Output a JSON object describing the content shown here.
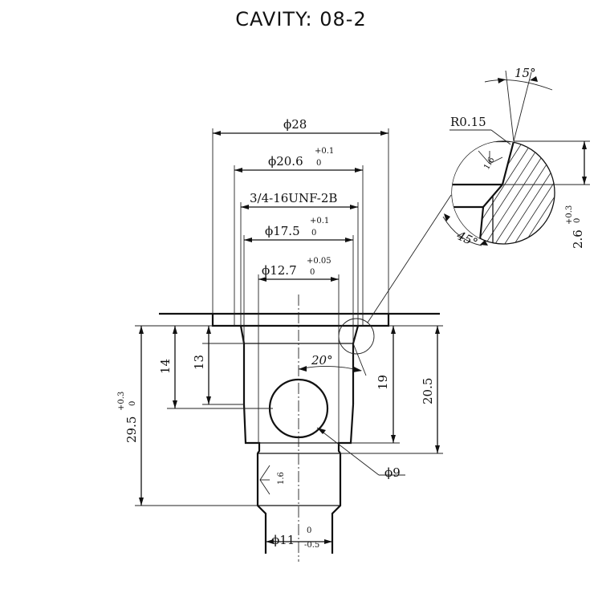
{
  "title": "CAVITY: 08-2",
  "dimensions": {
    "d28": "ϕ28",
    "d20_6": "ϕ20.6",
    "d20_6_tol_upper": "+0.1",
    "d20_6_tol_lower": "0",
    "thread": "3/4-16UNF-2B",
    "d17_5": "ϕ17.5",
    "d17_5_tol_upper": "+0.1",
    "d17_5_tol_lower": "0",
    "d12_7": "ϕ12.7",
    "d12_7_tol_upper": "+0.05",
    "d12_7_tol_lower": "0",
    "d9": "ϕ9",
    "d11": "ϕ11",
    "d11_tol_upper": "0",
    "d11_tol_lower": "-0.5",
    "len_14": "14",
    "len_13": "13",
    "len_29_5": "29.5",
    "len_29_5_tol_upper": "+0.3",
    "len_29_5_tol_lower": "0",
    "len_19": "19",
    "len_20_5": "20.5",
    "angle_20": "20°"
  },
  "detail": {
    "angle_15": "15°",
    "radius": "R0.15",
    "roughness": "1.6",
    "angle_45": "45°",
    "depth": "2.6",
    "depth_tol_upper": "+0.3",
    "depth_tol_lower": "0"
  },
  "surface_roughness_lower": "1.6"
}
